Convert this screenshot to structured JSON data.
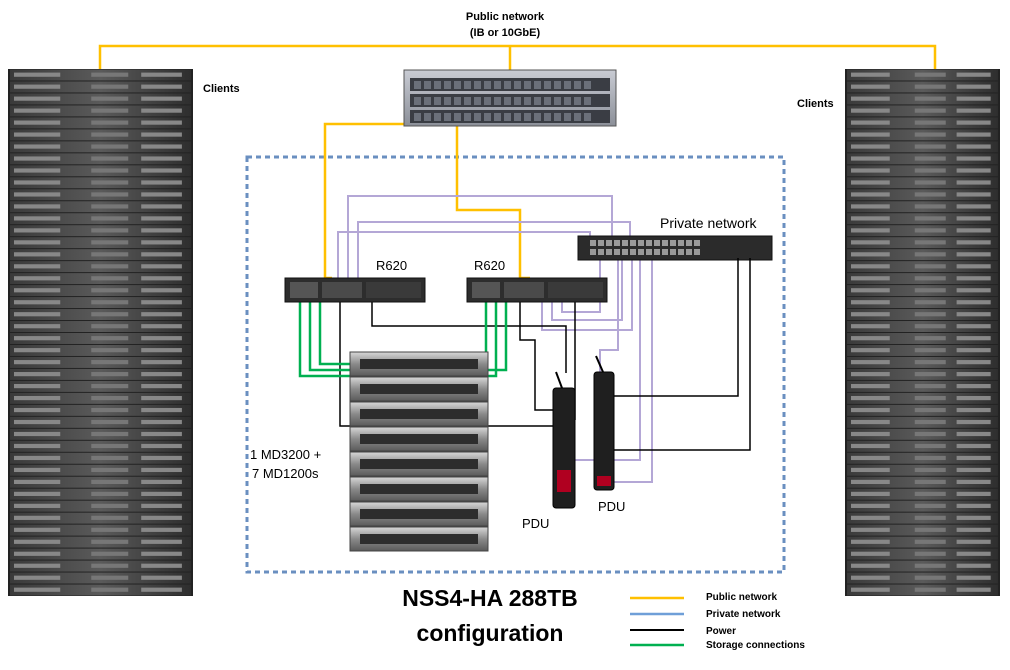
{
  "title": {
    "line1": "NSS4-HA 288TB",
    "line2": "configuration"
  },
  "public_network": {
    "line1": "Public network",
    "line2": "(IB or 10GbE)"
  },
  "clients_left": "Clients",
  "clients_right": "Clients",
  "private_network_label": "Private network",
  "server_a": "R620",
  "server_b": "R620",
  "storage": {
    "line1": "1 MD3200 +",
    "line2": "7 MD1200s"
  },
  "pdu_a": "PDU",
  "pdu_b": "PDU",
  "legend": [
    {
      "label": "Public network",
      "color": "#ffc000"
    },
    {
      "label": "Private network",
      "color": "#6f9fd8"
    },
    {
      "label": "Power",
      "color": "#000000"
    },
    {
      "label": "Storage connections",
      "color": "#00b050"
    }
  ],
  "colors": {
    "public": "#ffc000",
    "private": "#b4a7d6",
    "power": "#000000",
    "storage": "#00b050",
    "boundary": "#6a8fc0"
  }
}
